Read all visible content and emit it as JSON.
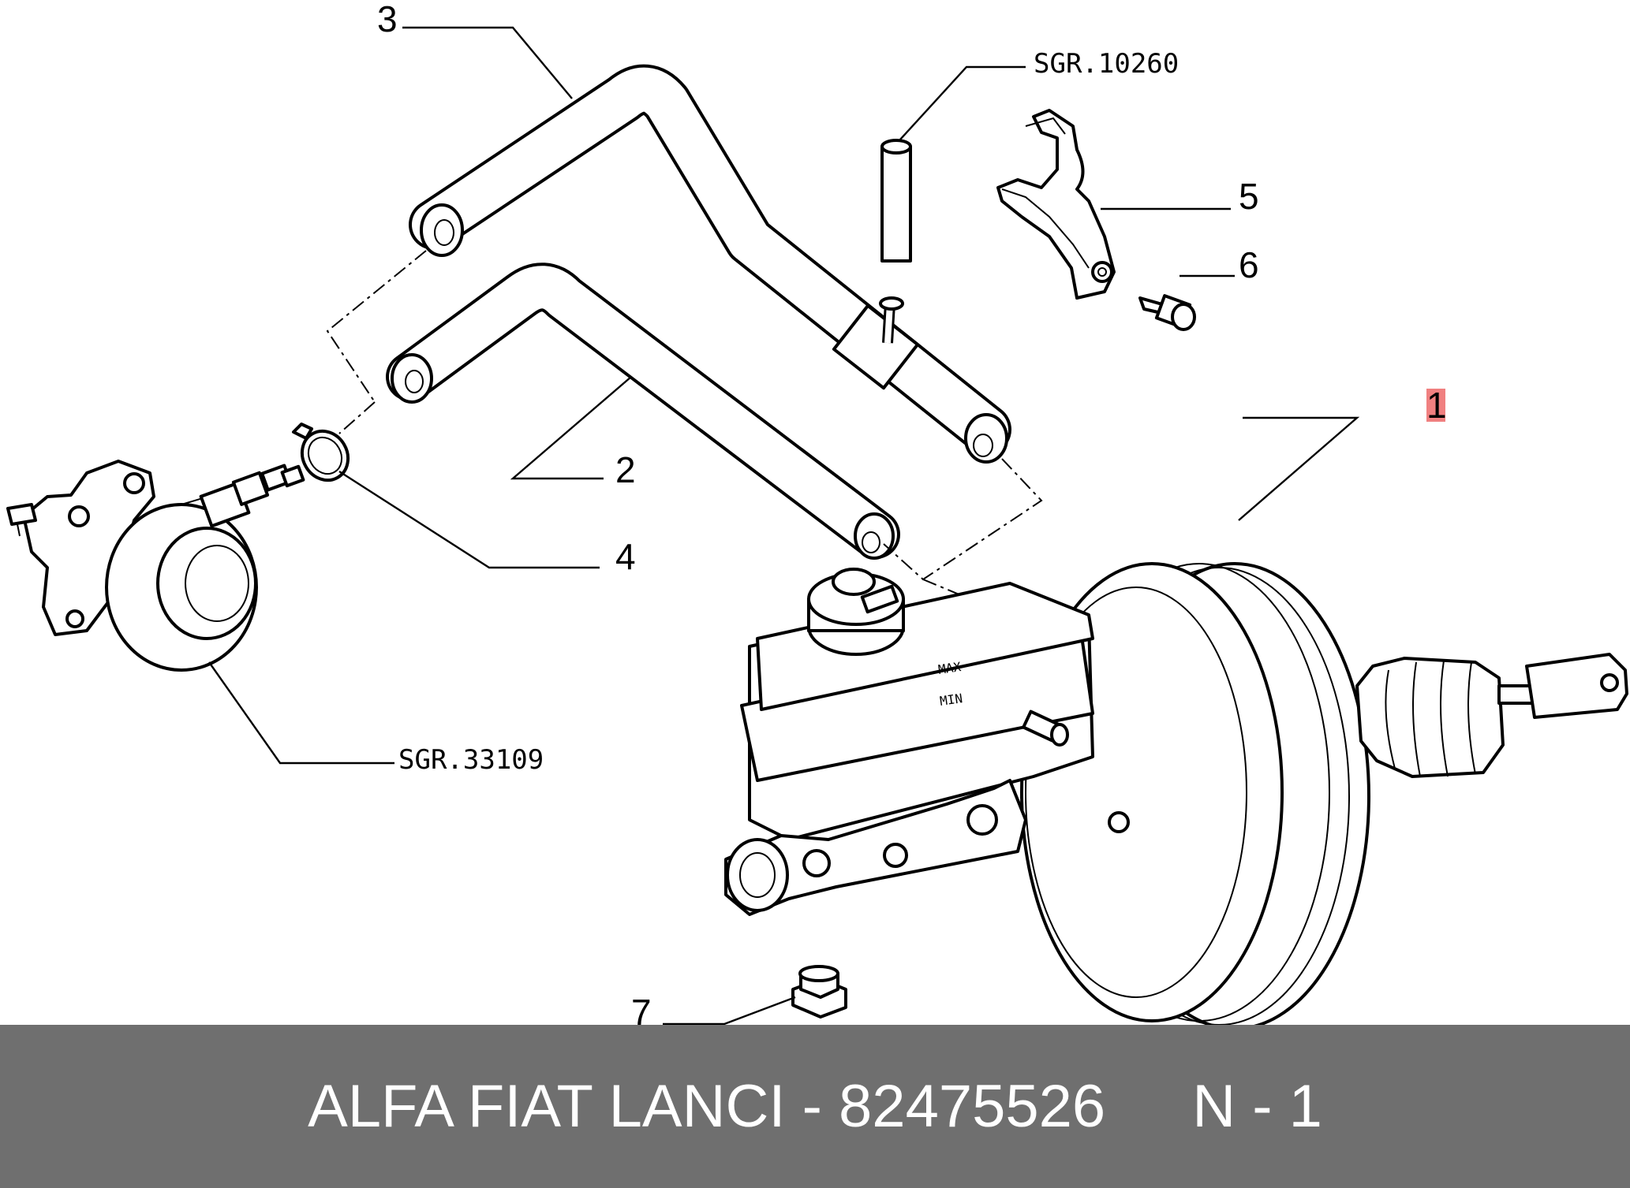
{
  "callouts": {
    "c1": "1",
    "c2": "2",
    "c3": "3",
    "c4": "4",
    "c5": "5",
    "c6": "6",
    "c7": "7"
  },
  "refs": {
    "sgr_10260": "SGR.10260",
    "sgr_33109": "SGR.33109"
  },
  "reservoir_marks": {
    "max": "MAX",
    "min": "MIN"
  },
  "footer": {
    "part_info": "ALFA FIAT LANCI - 82475526",
    "position": "N - 1"
  },
  "colors": {
    "footer_bg": "#6f6f6f",
    "highlight": "#f08080"
  }
}
